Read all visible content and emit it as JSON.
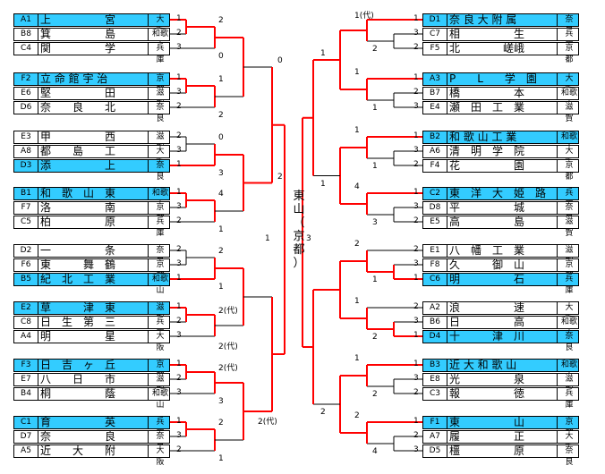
{
  "venue": [
    "東",
    "山",
    "（",
    "京",
    "都",
    "）"
  ],
  "left_groups": [
    {
      "teams": [
        {
          "code": "A1",
          "school": "上　　　　　宮",
          "pref": "大　阪",
          "score": "1",
          "win": true
        },
        {
          "code": "B8",
          "school": "箕　　　　　島",
          "pref": "和歌山",
          "score": "2",
          "win": false
        },
        {
          "code": "C4",
          "school": "関　　　　　学",
          "pref": "兵　庫",
          "score": "3",
          "win": false
        }
      ],
      "labels": [
        "2",
        "0"
      ]
    },
    {
      "teams": [
        {
          "code": "F2",
          "school": "立 命 館 宇 治",
          "pref": "京　都",
          "score": "1",
          "win": true
        },
        {
          "code": "E6",
          "school": "堅　　　　　田",
          "pref": "滋　賀",
          "score": "3",
          "win": false
        },
        {
          "code": "D6",
          "school": "奈　　良　　北",
          "pref": "奈　良",
          "score": "2",
          "win": false
        }
      ],
      "labels": [
        "1",
        "2"
      ]
    },
    {
      "teams": [
        {
          "code": "E3",
          "school": "甲　　　　　西",
          "pref": "滋　賀",
          "score": "2",
          "win": false
        },
        {
          "code": "A8",
          "school": "都　　島　　工",
          "pref": "大　阪",
          "score": "3",
          "win": false
        },
        {
          "code": "D3",
          "school": "添　　　　　上",
          "pref": "奈　良",
          "score": "1",
          "win": true
        }
      ],
      "labels": [
        "0",
        "3"
      ]
    },
    {
      "teams": [
        {
          "code": "B1",
          "school": "和　歌　山　東",
          "pref": "和歌山",
          "score": "1",
          "win": true
        },
        {
          "code": "F7",
          "school": "洛　　　　　南",
          "pref": "京　都",
          "score": "3",
          "win": false
        },
        {
          "code": "C5",
          "school": "柏　　　　　原",
          "pref": "兵　庫",
          "score": "2",
          "win": false
        }
      ],
      "labels": [
        "4",
        "1"
      ]
    },
    {
      "teams": [
        {
          "code": "D2",
          "school": "一　　　　　条",
          "pref": "奈　良",
          "score": "2",
          "win": false
        },
        {
          "code": "F6",
          "school": "東　　　舞　鶴",
          "pref": "京　都",
          "score": "3",
          "win": false
        },
        {
          "code": "B5",
          "school": "紀　北　工　業",
          "pref": "和歌山",
          "score": "1",
          "win": true
        }
      ],
      "labels": [
        "2",
        "1"
      ]
    },
    {
      "teams": [
        {
          "code": "E2",
          "school": "草　　　津　東",
          "pref": "滋　賀",
          "score": "1",
          "win": true
        },
        {
          "code": "C8",
          "school": "日　生　第　三",
          "pref": "兵　庫",
          "score": "2",
          "win": false
        },
        {
          "code": "A4",
          "school": "明　　　　　星",
          "pref": "大　阪",
          "score": "3",
          "win": false
        }
      ],
      "labels": [
        "2(代)",
        "2(代)"
      ]
    },
    {
      "teams": [
        {
          "code": "F3",
          "school": "日　吉　ヶ　丘",
          "pref": "京　都",
          "score": "1",
          "win": true
        },
        {
          "code": "E7",
          "school": "八　　日　　市",
          "pref": "滋　賀",
          "score": "2",
          "win": false
        },
        {
          "code": "B4",
          "school": "桐　　　　　蔭",
          "pref": "和歌山",
          "score": "3",
          "win": false
        }
      ],
      "labels": [
        "2(代)",
        "3"
      ]
    },
    {
      "teams": [
        {
          "code": "C1",
          "school": "育　　　　　英",
          "pref": "兵　庫",
          "score": "1",
          "win": true
        },
        {
          "code": "D7",
          "school": "奈　　　　　良",
          "pref": "奈　良",
          "score": "3",
          "win": false
        },
        {
          "code": "A5",
          "school": "近　　大　　附",
          "pref": "大　阪",
          "score": "2",
          "win": false
        }
      ],
      "labels": [
        "2",
        "1"
      ]
    }
  ],
  "right_groups": [
    {
      "teams": [
        {
          "code": "D1",
          "school": "奈 良 大 附 属",
          "pref": "奈　良",
          "score": "1",
          "win": true
        },
        {
          "code": "C7",
          "school": "相　　　　　生",
          "pref": "兵　庫",
          "score": "3",
          "win": false
        },
        {
          "code": "F5",
          "school": "北　　　　嵯峨",
          "pref": "京　都",
          "score": "2",
          "win": false
        }
      ],
      "labels": [
        "1(代)",
        "2"
      ]
    },
    {
      "teams": [
        {
          "code": "A3",
          "school": "P　　L　　学　園",
          "pref": "大　阪",
          "score": "1",
          "win": true
        },
        {
          "code": "B7",
          "school": "橋　　　　　本",
          "pref": "和歌山",
          "score": "2",
          "win": false
        },
        {
          "code": "E4",
          "school": "瀬　田　工　業",
          "pref": "滋　賀",
          "score": "3",
          "win": false
        }
      ],
      "labels": [
        "1",
        "1"
      ]
    },
    {
      "teams": [
        {
          "code": "B2",
          "school": "和 歌 山 工 業",
          "pref": "和歌山",
          "score": "1",
          "win": true
        },
        {
          "code": "A6",
          "school": "清　明　学　院",
          "pref": "大　阪",
          "score": "3",
          "win": false
        },
        {
          "code": "F4",
          "school": "花　　　　　園",
          "pref": "京　都",
          "score": "2",
          "win": false
        }
      ],
      "labels": [
        "1",
        "1"
      ]
    },
    {
      "teams": [
        {
          "code": "C2",
          "school": "東　洋　大　姫　路",
          "pref": "兵　庫",
          "score": "1",
          "win": true
        },
        {
          "code": "D8",
          "school": "平　　　　　城",
          "pref": "奈　良",
          "score": "3",
          "win": false
        },
        {
          "code": "E5",
          "school": "高　　　　　島",
          "pref": "滋　賀",
          "score": "2",
          "win": false
        }
      ],
      "labels": [
        "4",
        "3"
      ]
    },
    {
      "teams": [
        {
          "code": "E1",
          "school": "八　幡　工　業",
          "pref": "滋　賀",
          "score": "2",
          "win": false
        },
        {
          "code": "F8",
          "school": "久　　　御　山",
          "pref": "京　都",
          "score": "3",
          "win": false
        },
        {
          "code": "C6",
          "school": "明　　　　　石",
          "pref": "兵　庫",
          "score": "1",
          "win": true
        }
      ],
      "labels": [
        "2",
        "1"
      ]
    },
    {
      "teams": [
        {
          "code": "A2",
          "school": "浪　　　　　速",
          "pref": "大　阪",
          "score": "2",
          "win": false
        },
        {
          "code": "B6",
          "school": "日　　　　　高",
          "pref": "和歌山",
          "score": "3",
          "win": false
        },
        {
          "code": "D4",
          "school": "十　　　津　川",
          "pref": "奈　良",
          "score": "1",
          "win": true
        }
      ],
      "labels": [
        "1",
        "2"
      ]
    },
    {
      "teams": [
        {
          "code": "B3",
          "school": "近 大 和 歌 山",
          "pref": "和歌山",
          "score": "1",
          "win": true
        },
        {
          "code": "E8",
          "school": "光　　　　　泉",
          "pref": "滋　賀",
          "score": "3",
          "win": false
        },
        {
          "code": "C3",
          "school": "報　　　　　徳",
          "pref": "兵　庫",
          "score": "2",
          "win": false
        }
      ],
      "labels": [
        "1",
        "2"
      ]
    },
    {
      "teams": [
        {
          "code": "F1",
          "school": "東　　　　　山",
          "pref": "京　都",
          "score": "1",
          "win": true
        },
        {
          "code": "A7",
          "school": "履　　　　　正",
          "pref": "大　阪",
          "score": "2",
          "win": false
        },
        {
          "code": "D5",
          "school": "橿　　　　　原",
          "pref": "奈　良",
          "score": "3",
          "win": false
        }
      ],
      "labels": [
        "2",
        "4"
      ]
    }
  ],
  "semi_labels": {
    "left_top": "0",
    "left_mid": "2",
    "left_bot": "2(代)",
    "left_final": "1",
    "right_top": "1",
    "right_mid": "1",
    "right_bot": "2",
    "right_final": "3"
  },
  "colors": {
    "highlight": "#33ccff",
    "winner_line": "#ff0000",
    "line": "#000000"
  }
}
